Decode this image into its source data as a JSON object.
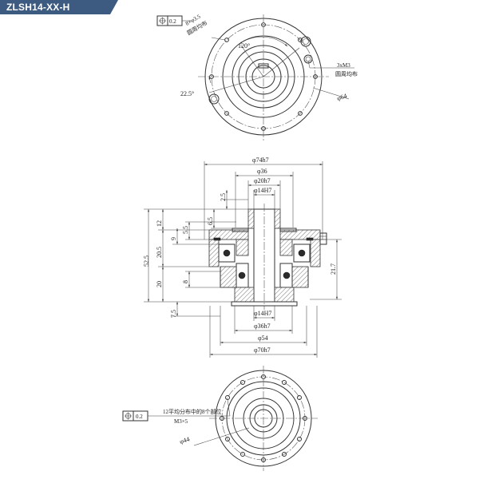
{
  "header": {
    "tag": "ZLSH14-XX-H",
    "tag_color": "#3d5a80"
  },
  "top_view": {
    "tolerance_value": "0.2",
    "hole_spec_a": "8×φ3.5",
    "hole_spec_b": "圆周均布",
    "angle_120": "120°",
    "thread_spec_a": "3xM3",
    "thread_spec_b": "圆周均布",
    "angle_22": "22.5°",
    "dia_64": "φ64"
  },
  "section_view": {
    "dia_74": "φ74h7",
    "dia_36": "φ36",
    "dia_20": "φ20h7",
    "dia_14_top": "φ14H7",
    "dim_2_5": "2.5",
    "dim_6_5": "6.5",
    "dim_12": "12",
    "dim_5_5": "5.5",
    "dim_9": "9",
    "dim_52_5": "52.5",
    "dim_20_5": "20.5",
    "dim_20": "20",
    "dim_8": "8",
    "dim_7_5": "7.5",
    "dim_21_7": "21.7",
    "dia_14_bottom": "φ14H7",
    "dia_36h7": "φ36h7",
    "dia_54": "φ54",
    "dia_70": "φ70h7"
  },
  "bottom_view": {
    "tolerance_value": "0.2",
    "note_a": "12平均分布中的8个部位",
    "note_b": "M3×5",
    "dia_44": "φ44"
  }
}
